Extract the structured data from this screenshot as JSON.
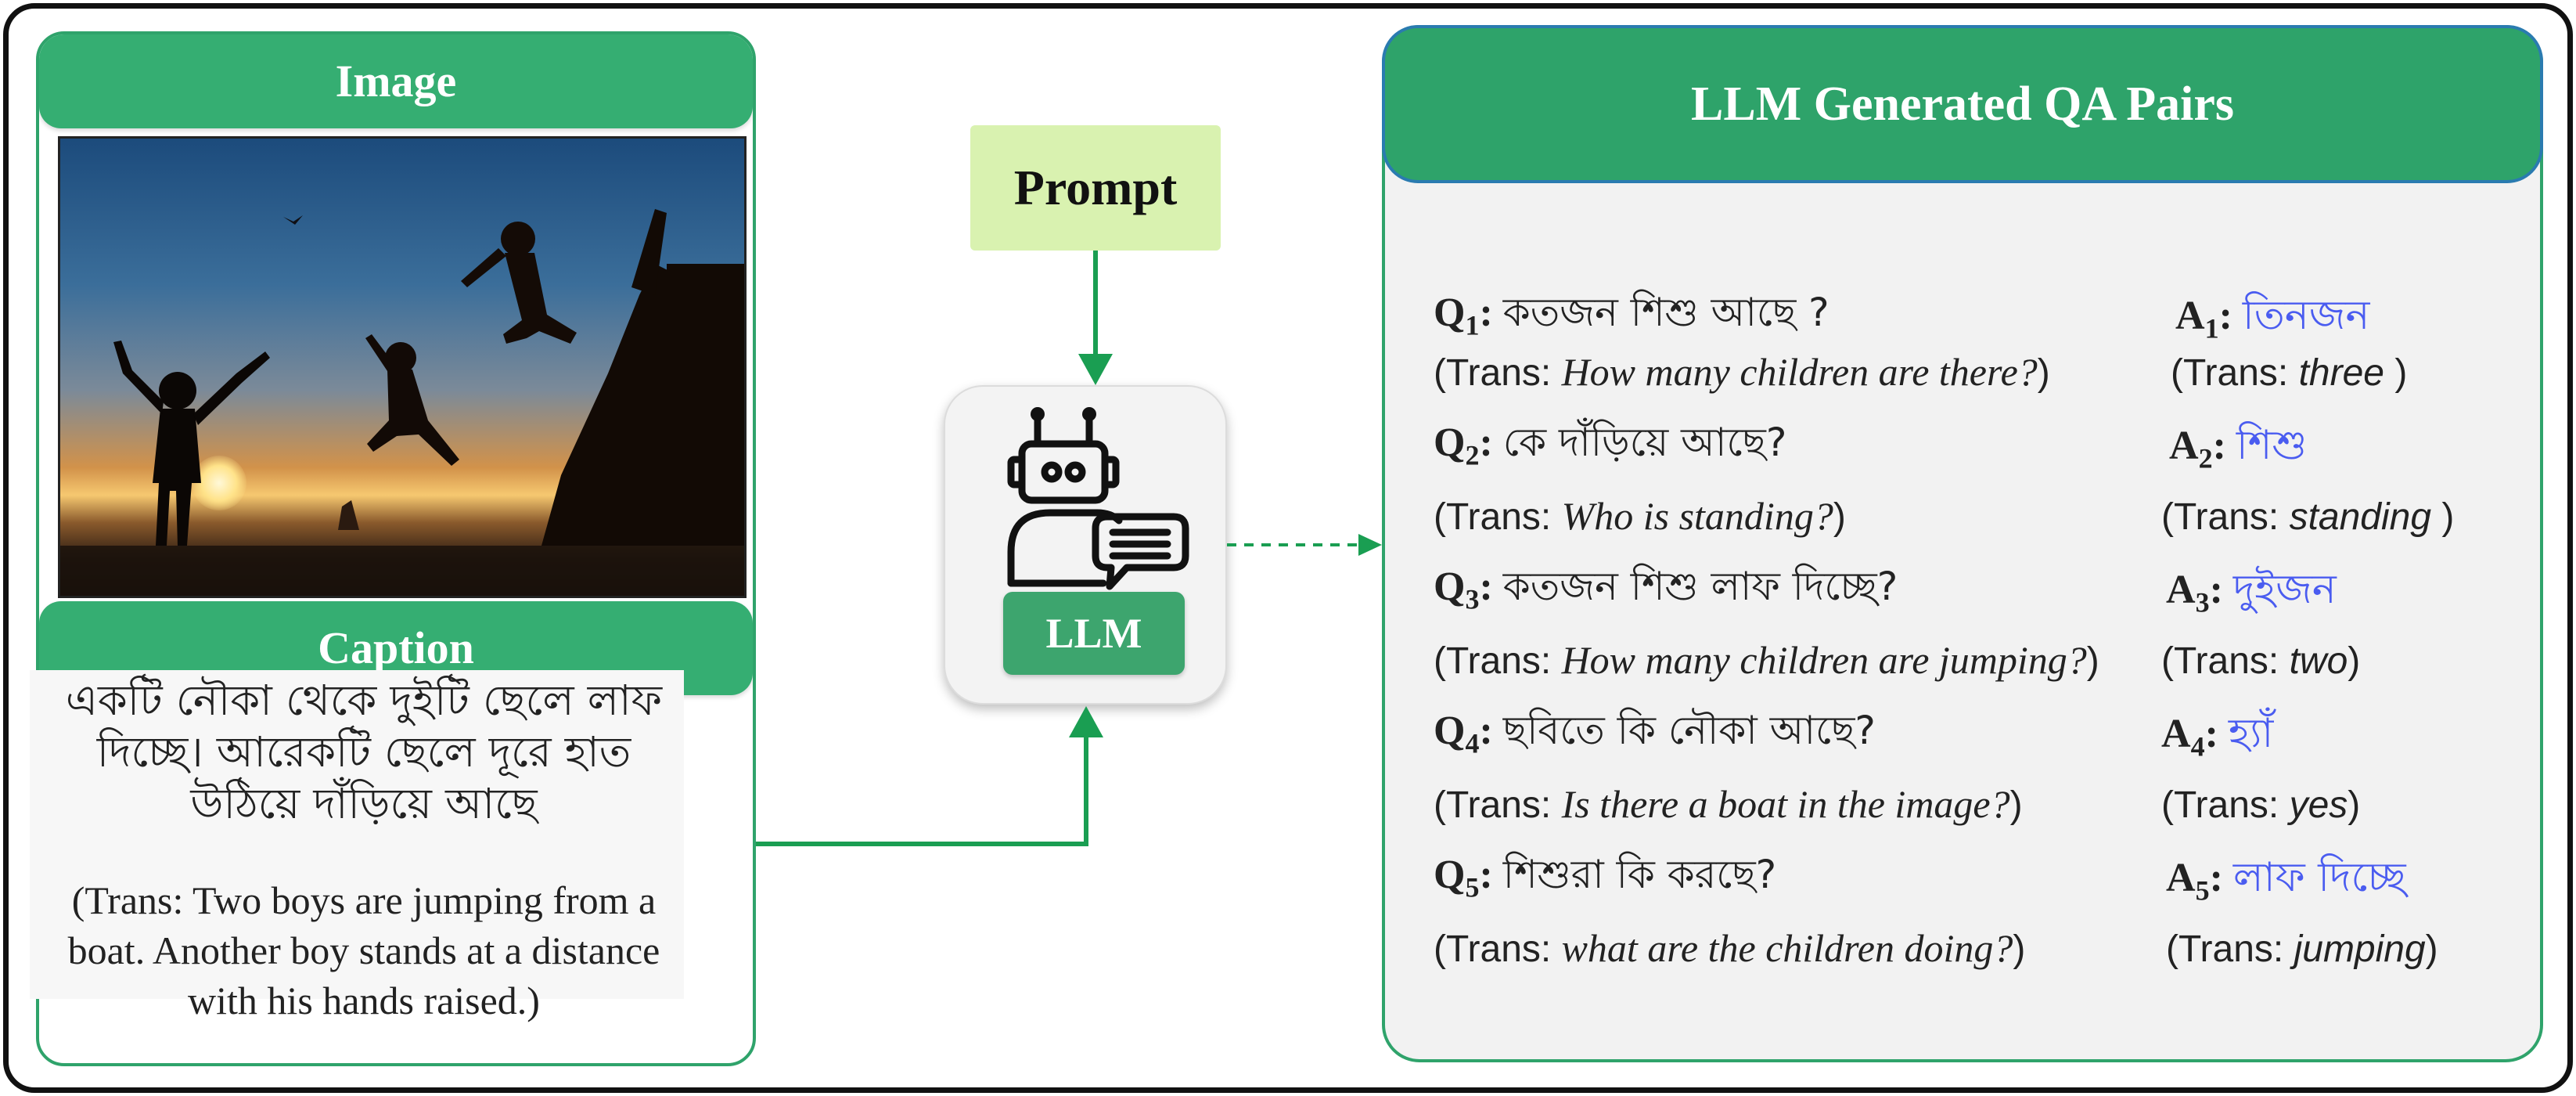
{
  "image_panel": {
    "title": "Image"
  },
  "caption_panel": {
    "title": "Caption",
    "bengali_lines": [
      "একটি নৌকা থেকে দুইটি ছেলে লাফ",
      "দিচ্ছে। আরেকটি ছেলে দূরে হাত",
      "উঠিয়ে দাঁড়িয়ে আছে"
    ],
    "translation_lines": [
      "(Trans: Two boys are jumping from a",
      "boat. Another boy stands at a distance",
      "with his hands raised.)"
    ]
  },
  "prompt": {
    "label": "Prompt"
  },
  "llm": {
    "label": "LLM",
    "icon": "robot-chat-icon"
  },
  "qa_panel": {
    "title": "LLM Generated QA Pairs",
    "trans_prefix": "(Trans: ",
    "pairs": [
      {
        "q_letter": "Q",
        "q_index": "1",
        "q_sep": ": ",
        "question_bn": "কতজন শিশু আছে ?",
        "question_trans": "How many children are there?",
        "q_close": ")",
        "a_letter": "A",
        "a_index": "1",
        "a_sep": ": ",
        "answer_bn": "তিনজন",
        "answer_trans": "three",
        "a_close": " )"
      },
      {
        "q_letter": "Q",
        "q_index": "2",
        "q_sep": ": ",
        "question_bn": "কে দাঁড়িয়ে আছে?",
        "question_trans": "Who is standing?",
        "q_close": ")",
        "a_letter": "A",
        "a_index": "2",
        "a_sep": ": ",
        "answer_bn": "শিশু",
        "answer_trans": "standing",
        "a_close": " )"
      },
      {
        "q_letter": "Q",
        "q_index": "3",
        "q_sep": ": ",
        "question_bn": "কতজন শিশু লাফ দিচ্ছে?",
        "question_trans": "How many children are jumping?",
        "q_close": ")",
        "a_letter": "A",
        "a_index": "3",
        "a_sep": ": ",
        "answer_bn": "দুইজন",
        "answer_trans": "two",
        "a_close": ")"
      },
      {
        "q_letter": "Q",
        "q_index": "4",
        "q_sep": ": ",
        "question_bn": "ছবিতে কি নৌকা আছে?",
        "question_trans": "Is there a boat in the image?",
        "q_close": ")",
        "a_letter": "A",
        "a_index": "4",
        "a_sep": ": ",
        "answer_bn": "হ্যাঁ",
        "answer_trans": "yes",
        "a_close": ")"
      },
      {
        "q_letter": "Q",
        "q_index": "5",
        "q_sep": ": ",
        "question_bn": "শিশুরা কি করছে?",
        "question_trans": "what are the children doing?",
        "q_close": ")",
        "a_letter": "A",
        "a_index": "5",
        "a_sep": ": ",
        "answer_bn": "লাফ দিচ্ছে",
        "answer_trans": "jumping",
        "a_close": ")"
      }
    ]
  },
  "colors": {
    "header_green": "#35ae72",
    "panel_border": "#2fa36b",
    "prompt_fill": "#d9f2b0",
    "llm_label": "#3da56e",
    "answer_blue": "#4a5cf0",
    "arrow_green": "#1a9e52"
  }
}
